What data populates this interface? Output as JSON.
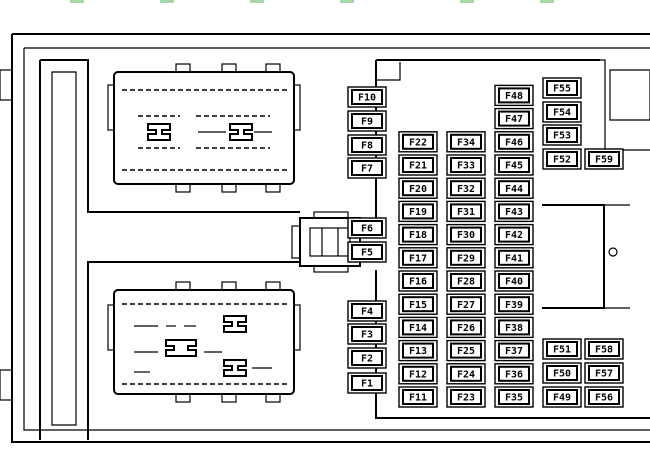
{
  "diagram": {
    "highlight_color": "#fff200",
    "top_edge_accent_color": "#5cb85c",
    "fuses": [
      {
        "label": "F1"
      },
      {
        "label": "F2"
      },
      {
        "label": "F3"
      },
      {
        "label": "F4"
      },
      {
        "label": "F5"
      },
      {
        "label": "F6"
      },
      {
        "label": "F7"
      },
      {
        "label": "F8"
      },
      {
        "label": "F9"
      },
      {
        "label": "F10"
      },
      {
        "label": "F11"
      },
      {
        "label": "F12"
      },
      {
        "label": "F13"
      },
      {
        "label": "F14"
      },
      {
        "label": "F15"
      },
      {
        "label": "F16"
      },
      {
        "label": "F17"
      },
      {
        "label": "F18"
      },
      {
        "label": "F19"
      },
      {
        "label": "F20"
      },
      {
        "label": "F21"
      },
      {
        "label": "F22"
      },
      {
        "label": "F23"
      },
      {
        "label": "F24"
      },
      {
        "label": "F25"
      },
      {
        "label": "F26"
      },
      {
        "label": "F27"
      },
      {
        "label": "F28"
      },
      {
        "label": "F29"
      },
      {
        "label": "F30"
      },
      {
        "label": "F31"
      },
      {
        "label": "F32"
      },
      {
        "label": "F33",
        "highlighted": true
      },
      {
        "label": "F34"
      },
      {
        "label": "F35"
      },
      {
        "label": "F36"
      },
      {
        "label": "F37"
      },
      {
        "label": "F38"
      },
      {
        "label": "F39"
      },
      {
        "label": "F40"
      },
      {
        "label": "F41"
      },
      {
        "label": "F42"
      },
      {
        "label": "F43"
      },
      {
        "label": "F44",
        "highlighted": true
      },
      {
        "label": "F45"
      },
      {
        "label": "F46"
      },
      {
        "label": "F47"
      },
      {
        "label": "F48"
      },
      {
        "label": "F49"
      },
      {
        "label": "F50"
      },
      {
        "label": "F51"
      },
      {
        "label": "F52"
      },
      {
        "label": "F53"
      },
      {
        "label": "F54"
      },
      {
        "label": "F55"
      },
      {
        "label": "F56"
      },
      {
        "label": "F57"
      },
      {
        "label": "F58"
      },
      {
        "label": "F59"
      }
    ]
  }
}
